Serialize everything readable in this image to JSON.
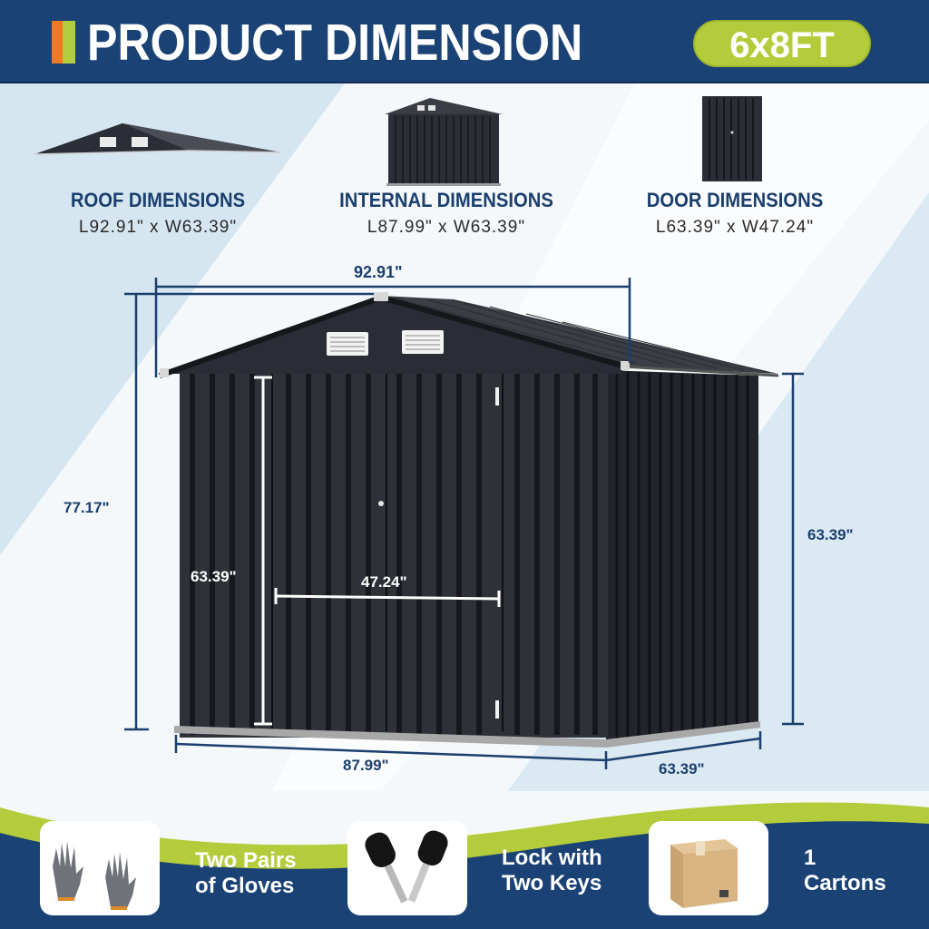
{
  "header": {
    "title": "PRODUCT DIMENSION",
    "size_badge": "6x8FT",
    "accent_colors": {
      "orange": "#ee7a23",
      "green": "#b4cc3c",
      "navy": "#1b4275"
    }
  },
  "thumbnails": [
    {
      "label": "ROOF DIMENSIONS",
      "dims": "L92.91\" x W63.39\"",
      "icon": "roof-image"
    },
    {
      "label": "INTERNAL DIMENSIONS",
      "dims": "L87.99\" x W63.39\"",
      "icon": "shed-image"
    },
    {
      "label": "DOOR DIMENSIONS",
      "dims": "L63.39\" x W47.24\"",
      "icon": "door-image"
    }
  ],
  "shed_dimensions": {
    "roof_width": "92.91\"",
    "total_height": "77.17\"",
    "side_height": "63.39\"",
    "door_height": "63.39\"",
    "door_width": "47.24\"",
    "base_length": "87.99\"",
    "base_depth": "63.39\""
  },
  "accessories": [
    {
      "line1": "Two Pairs",
      "line2": "of Gloves",
      "icon": "gloves-image"
    },
    {
      "line1": "Lock with",
      "line2": "Two Keys",
      "icon": "keys-image"
    },
    {
      "line1": "1",
      "line2": "Cartons",
      "icon": "carton-box-image"
    }
  ]
}
